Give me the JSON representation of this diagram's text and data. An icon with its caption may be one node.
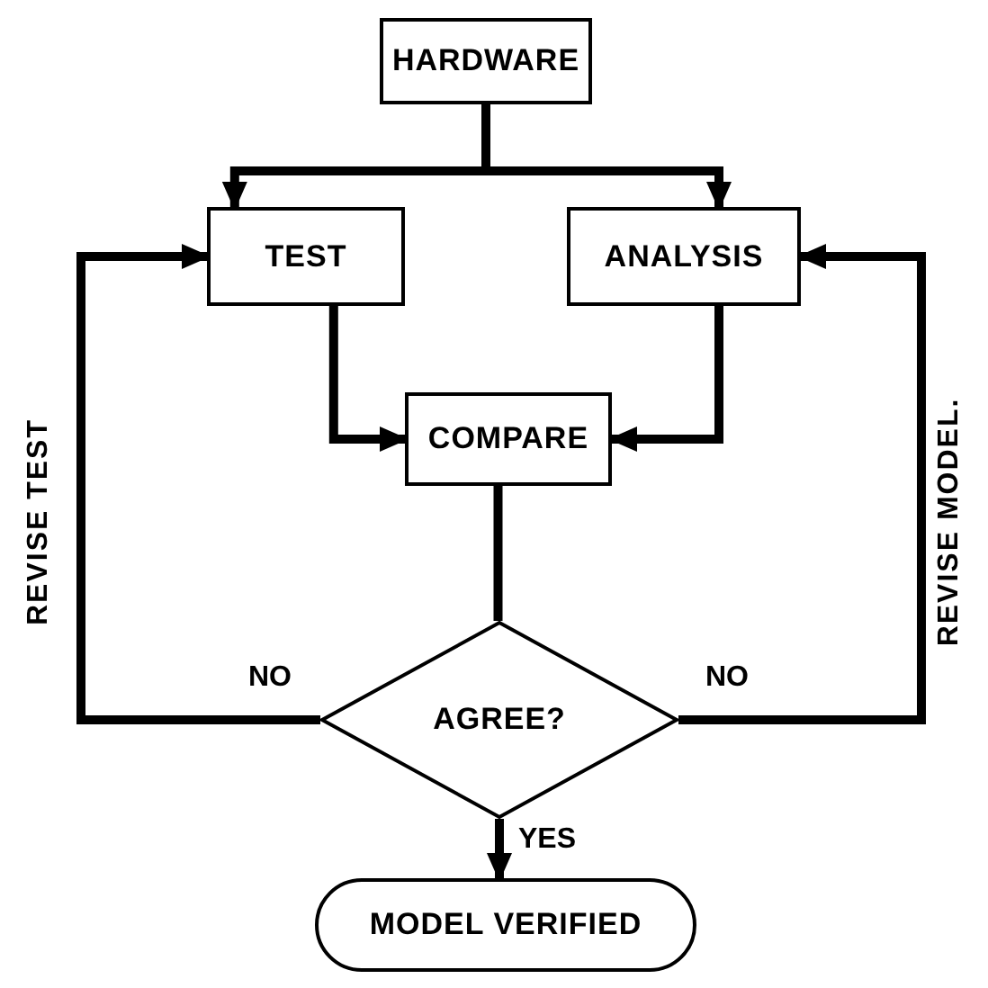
{
  "diagram": {
    "nodes": [
      {
        "text": [
          "HARDWARE"
        ]
      },
      {
        "text": [
          "TEST"
        ]
      },
      {
        "text": [
          "ANALYSIS"
        ]
      },
      {
        "text": [
          "COMPARE"
        ]
      },
      {
        "text": [
          "AGREE?"
        ]
      },
      {
        "text": [
          "MODEL VERIFIED"
        ]
      }
    ],
    "edges": [
      {
        "from": 0,
        "to": 1,
        "arrow": "to"
      },
      {
        "from": 0,
        "to": 2,
        "arrow": "to"
      },
      {
        "from": 1,
        "to": 3,
        "arrow": "to"
      },
      {
        "from": 2,
        "to": 3,
        "arrow": "to"
      },
      {
        "from": 3,
        "to": 4,
        "arrow": "none"
      },
      {
        "from": 4,
        "to": 1,
        "arrow": "to",
        "label": "NO"
      },
      {
        "from": 4,
        "to": 2,
        "arrow": "to",
        "label": "NO"
      },
      {
        "from": 4,
        "to": 5,
        "arrow": "to",
        "label": "YES"
      }
    ],
    "labels": [
      "REVISE TEST",
      "REVISE MODEL."
    ]
  }
}
